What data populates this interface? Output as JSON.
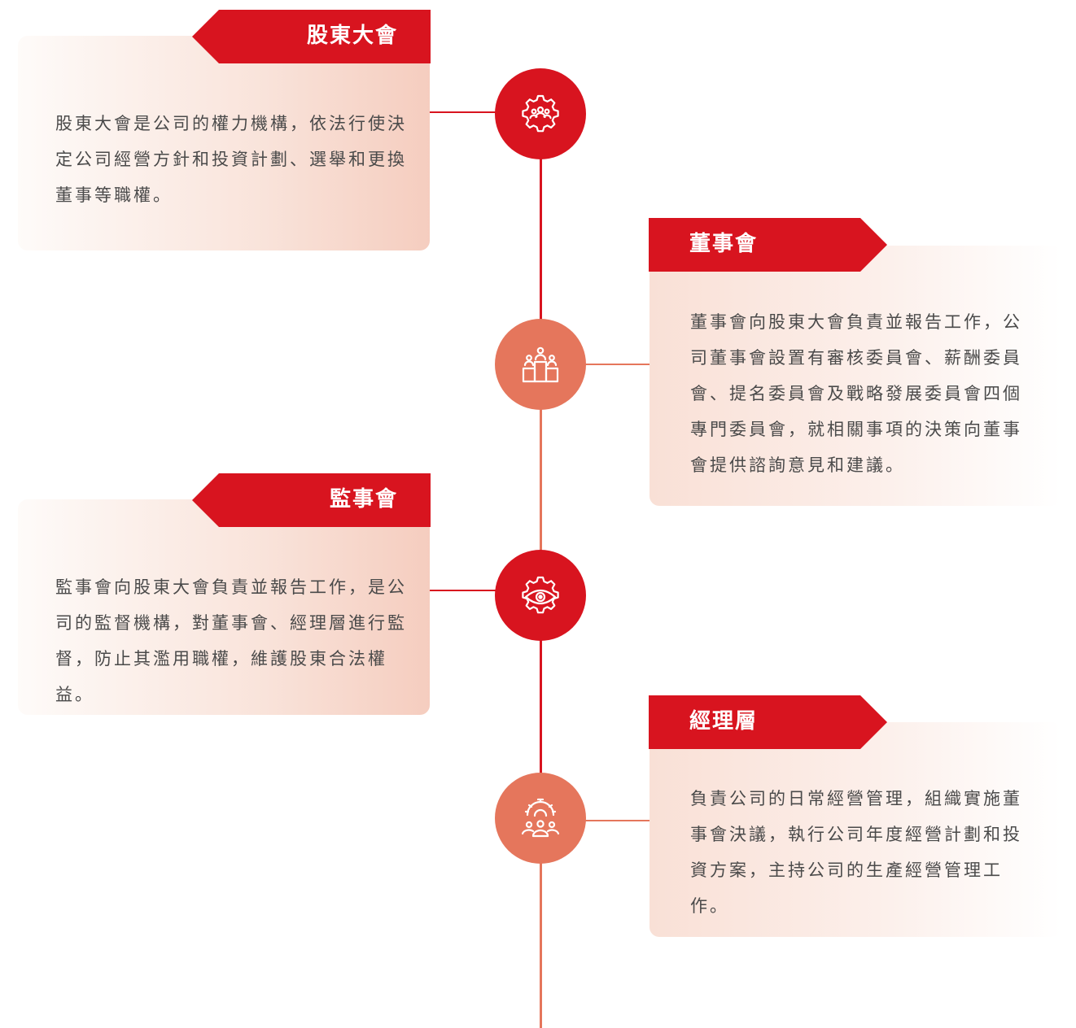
{
  "colors": {
    "primary_red": "#d8141f",
    "salmon": "#e5765c",
    "body_text": "#4a4a4a"
  },
  "nodes": [
    {
      "title": "股東大會",
      "text": "股東大會是公司的權力機構，依法行使決定公司經營方針和投資計劃、選舉和更換董事等職權。",
      "icon": "group-gear-icon",
      "color": "#d8141f",
      "side": "left"
    },
    {
      "title": "董事會",
      "text": "董事會向股東大會負責並報告工作，公司董事會設置有審核委員會、薪酬委員會、提名委員會及戰略發展委員會四個專門委員會，就相關事項的決策向董事會提供諮詢意見和建議。",
      "icon": "podium-people-icon",
      "color": "#e5765c",
      "side": "right"
    },
    {
      "title": "監事會",
      "text": "監事會向股東大會負責並報告工作，是公司的監督機構，對董事會、經理層進行監督，防止其濫用職權，維護股東合法權益。",
      "icon": "eye-gear-icon",
      "color": "#d8141f",
      "side": "left"
    },
    {
      "title": "經理層",
      "text": "負責公司的日常經營管理，組織實施董事會決議，執行公司年度經營計劃和投資方案，主持公司的生產經營管理工作。",
      "icon": "team-gear-icon",
      "color": "#e5765c",
      "side": "right"
    }
  ]
}
